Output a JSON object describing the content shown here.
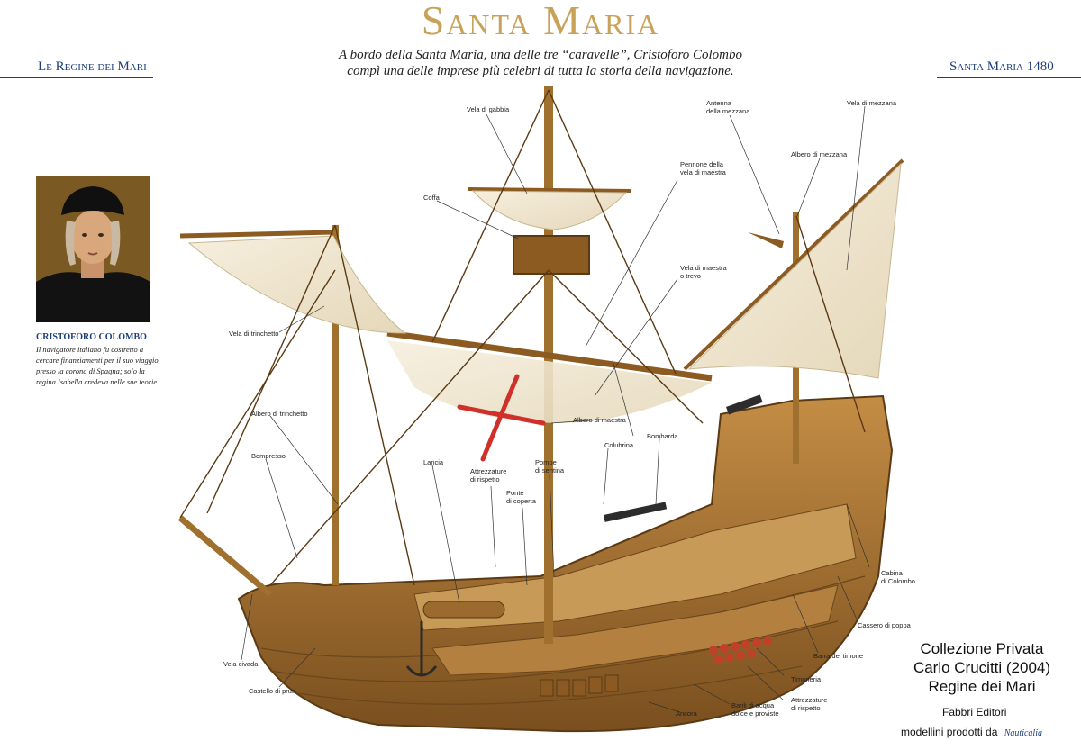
{
  "header": {
    "title": "Santa Maria",
    "subtitle_line1": "A bordo della Santa Maria, una delle tre “caravelle”, Cristoforo Colombo",
    "subtitle_line2": "compì una delle imprese più celebri di tutta la storia della navigazione.",
    "series_left": "Le Regine dei Mari",
    "series_right": "Santa Maria 1480"
  },
  "portrait": {
    "name": "CRISTOFORO COLOMBO",
    "caption": "Il navigatore italiano fu costretto a cercare finanziamenti per il suo viaggio presso la corona di Spagna; solo la regina Isabella credeva nelle sue teorie."
  },
  "labels": {
    "vela_di_gabbia": "Vela di gabbia",
    "coffa": "Coffa",
    "antenna_l1": "Antenna",
    "antenna_l2": "della mezzana",
    "vela_di_mezzana": "Vela di mezzana",
    "albero_di_mezzana": "Albero di mezzana",
    "pennone_l1": "Pennone della",
    "pennone_l2": "vela di maestra",
    "vela_maestra_l1": "Vela di maestra",
    "vela_maestra_l2": "o trevo",
    "vela_di_trinchetto": "Vela di trinchetto",
    "albero_di_trinchetto": "Albero di trinchetto",
    "albero_di_maestra": "Albero di maestra",
    "bombarda": "Bombarda",
    "colubrina": "Colubrina",
    "bompresso": "Bompresso",
    "lancia": "Lancia",
    "attrezzature_l1": "Attrezzature",
    "attrezzature_l2": "di rispetto",
    "pompe_l1": "Pompe",
    "pompe_l2": "di sentina",
    "ponte_l1": "Ponte",
    "ponte_l2": "di coperta",
    "cabina_l1": "Cabina",
    "cabina_l2": "di Colombo",
    "cassero": "Cassero di poppa",
    "barra": "Barra del timone",
    "timoneria": "Timoneria",
    "attrezzature2_l1": "Attrezzature",
    "attrezzature2_l2": "di rispetto",
    "barili_l1": "Barili di acqua",
    "barili_l2": "dolce e proviste",
    "ancora": "Ancora",
    "castello": "Castello di prua",
    "vela_civada": "Vela civada"
  },
  "credit": {
    "line1": "Collezione Privata",
    "line2": "Carlo Crucitti (2004)",
    "line3": "Regine dei Mari",
    "line4": "Fabbri Editori",
    "line5": "modellini prodotti da",
    "brand": "Nauticalia"
  },
  "colors": {
    "title_gold": "#c9a25a",
    "series_blue": "#1d3f7a",
    "hull_wood": "#a9742f",
    "sail": "#f1e8d4",
    "cross_red": "#d0302a"
  }
}
